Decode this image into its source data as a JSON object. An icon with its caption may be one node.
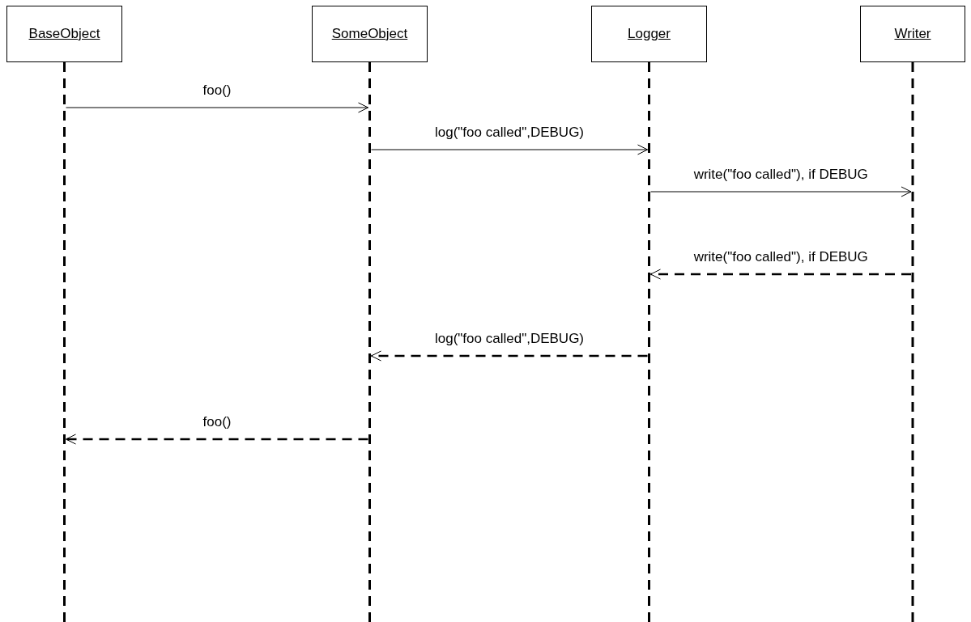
{
  "diagram": {
    "nodes": [
      {
        "text": [
          "BaseObject"
        ]
      },
      {
        "text": [
          "SomeObject"
        ]
      },
      {
        "text": [
          "Logger"
        ]
      },
      {
        "text": [
          "Writer"
        ]
      }
    ],
    "edges": [
      {
        "from": 0,
        "to": 1,
        "arrow": "to",
        "label": "foo()"
      },
      {
        "from": 1,
        "to": 2,
        "arrow": "to",
        "label": "log(\"foo called\",DEBUG)"
      },
      {
        "from": 2,
        "to": 3,
        "arrow": "to",
        "label": "write(\"foo called\"), if DEBUG"
      },
      {
        "from": 3,
        "to": 2,
        "arrow": "to",
        "label": "write(\"foo called\"), if DEBUG",
        "style": "dashed"
      },
      {
        "from": 2,
        "to": 1,
        "arrow": "to",
        "label": "log(\"foo called\",DEBUG)",
        "style": "dashed"
      },
      {
        "from": 1,
        "to": 0,
        "arrow": "to",
        "label": "foo()",
        "style": "dashed"
      }
    ]
  }
}
